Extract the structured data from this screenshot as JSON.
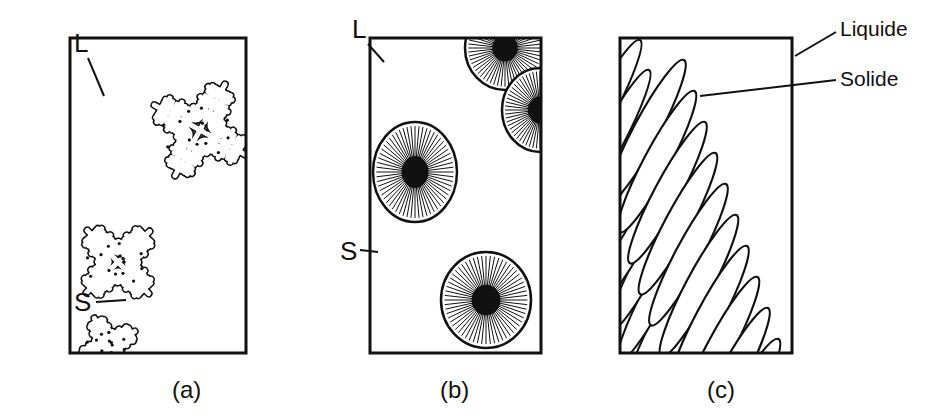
{
  "diagram": {
    "labels": [
      "L",
      "S",
      "(a)",
      "L",
      "S",
      "(b)",
      "Liquide",
      "Solide",
      "(c)"
    ]
  }
}
